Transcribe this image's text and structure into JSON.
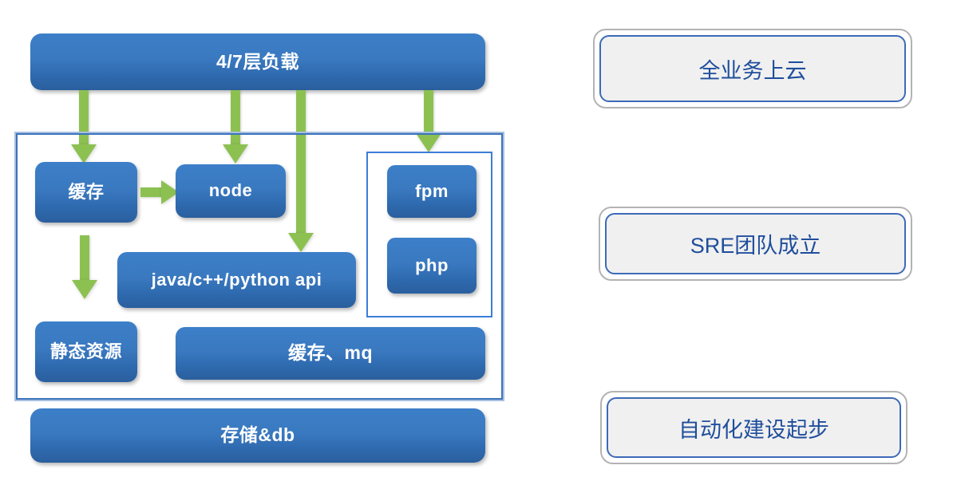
{
  "diagram": {
    "title": "architecture-and-milestones",
    "colors": {
      "node_fill_top": "#3c7fc8",
      "node_fill_bottom": "#2a5f9e",
      "node_text": "#ffffff",
      "arrow_green": "#8cc152",
      "container_border_blue": "#3d74bb",
      "inner_border_blue": "#3b7dd8",
      "card_outer_border": "#b3b3b3",
      "card_inner_border": "#3c6ab8",
      "card_fill": "#f0f0f0",
      "card_text": "#1f4e9c",
      "background": "#ffffff"
    },
    "architecture": {
      "load_balancer": "4/7层负载",
      "cache": "缓存",
      "node": "node",
      "fpm": "fpm",
      "php": "php",
      "java_api": "java/c++/python api",
      "static_resource": "静态资源",
      "cache_mq": "缓存、mq",
      "storage_db": "存储&db"
    },
    "milestones": [
      {
        "label": "全业务上云"
      },
      {
        "label": "SRE团队成立"
      },
      {
        "label": "自动化建设起步"
      }
    ]
  }
}
